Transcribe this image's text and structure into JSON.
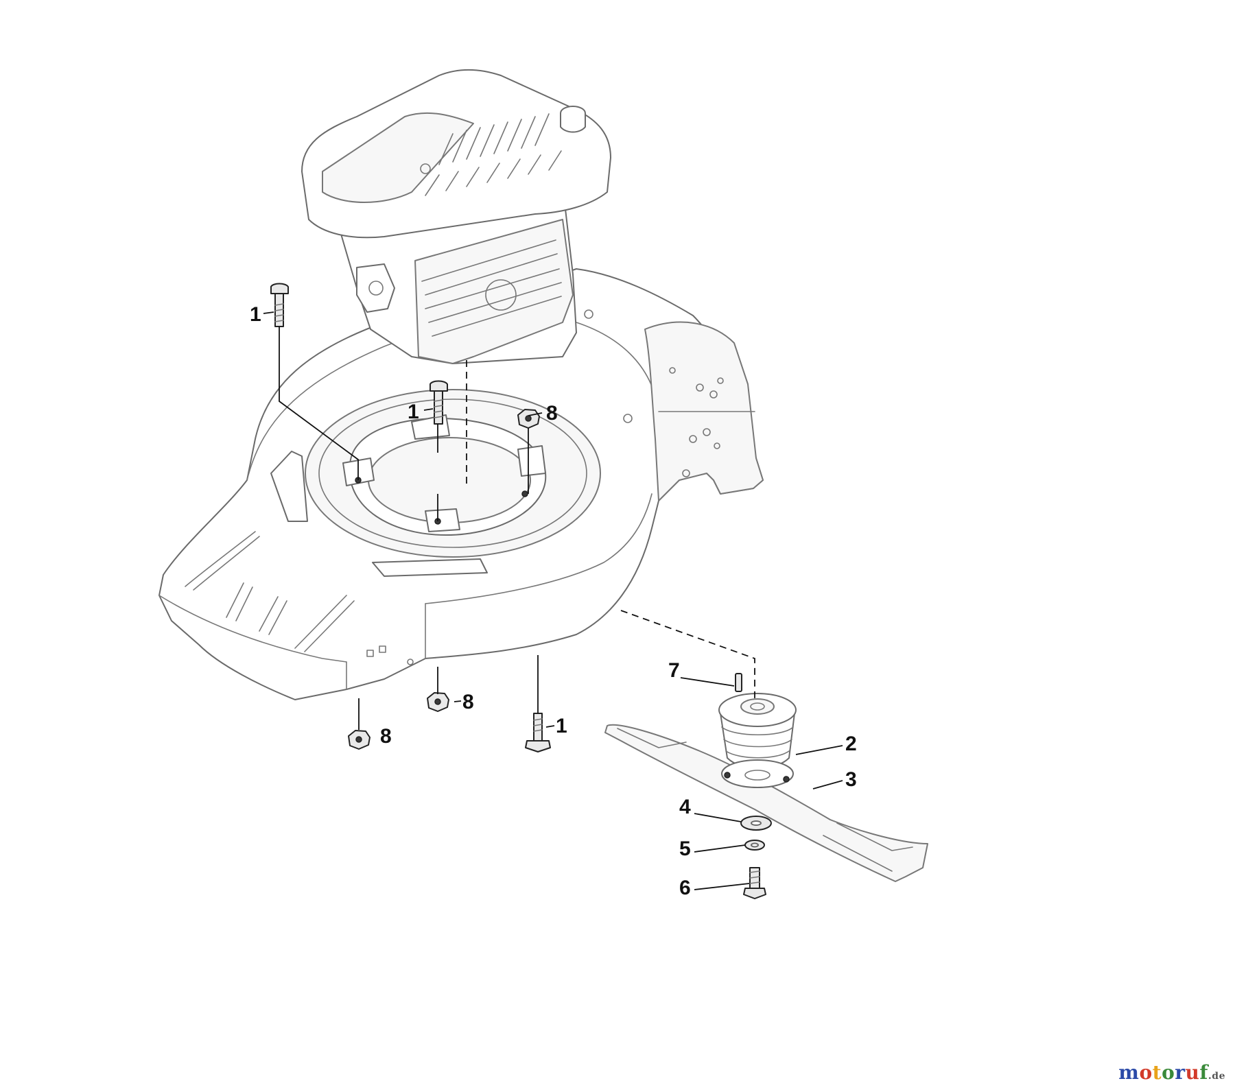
{
  "callouts": {
    "c1a": "1",
    "c1b": "1",
    "c1c": "1",
    "c2": "2",
    "c3": "3",
    "c4": "4",
    "c5": "5",
    "c6": "6",
    "c7": "7",
    "c8a": "8",
    "c8b": "8",
    "c8c": "8"
  },
  "watermark": {
    "text": "motoruf",
    "suffix": ".de",
    "colors": [
      "#2b4aa8",
      "#d23a2a",
      "#e8a21a",
      "#3a8a3a",
      "#2b4aa8",
      "#d23a2a",
      "#3a8a3a"
    ]
  },
  "parts": {
    "1": "bolt",
    "2": "blade-adapter",
    "3": "blade",
    "4": "washer",
    "5": "spring-washer",
    "6": "blade-bolt",
    "7": "key",
    "8": "nut"
  }
}
